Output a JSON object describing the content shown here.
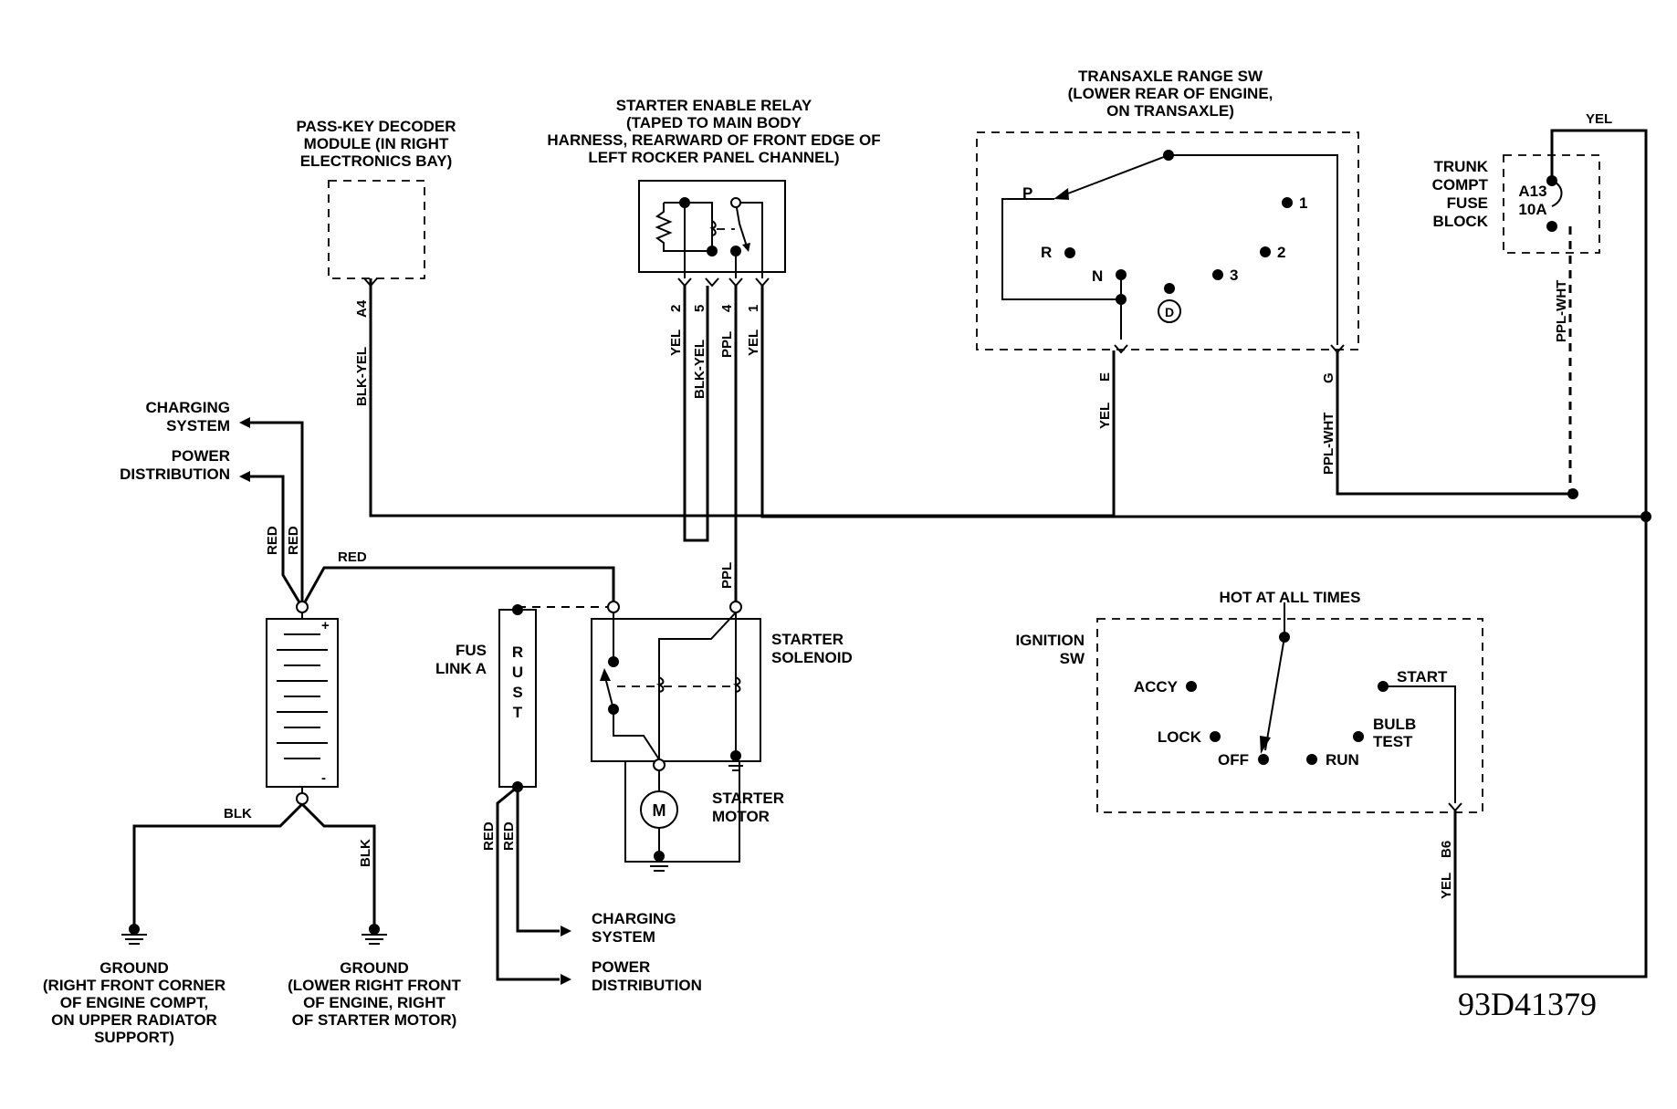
{
  "components": {
    "passkey": [
      "PASS-KEY DECODER",
      "MODULE (IN RIGHT",
      "ELECTRONICS BAY)"
    ],
    "relay": [
      "STARTER ENABLE RELAY",
      "(TAPED TO MAIN BODY",
      "HARNESS, REARWARD OF FRONT EDGE OF",
      "LEFT ROCKER PANEL CHANNEL)"
    ],
    "transaxle": [
      "TRANSAXLE RANGE SW",
      "(LOWER REAR OF ENGINE,",
      "ON TRANSAXLE)"
    ],
    "trunk_fuse": [
      "TRUNK",
      "COMPT",
      "FUSE",
      "BLOCK"
    ],
    "fuse_rating": [
      "A13",
      "10A"
    ],
    "charging_top": [
      "CHARGING",
      "SYSTEM"
    ],
    "power_top": [
      "POWER",
      "DISTRIBUTION"
    ],
    "fus_link": [
      "FUS",
      "LINK A"
    ],
    "rust": [
      "R",
      "U",
      "S",
      "T"
    ],
    "starter_solenoid": [
      "STARTER",
      "SOLENOID"
    ],
    "starter_motor": [
      "STARTER",
      "MOTOR"
    ],
    "motor_symbol": "M",
    "hot": "HOT AT ALL TIMES",
    "ignition_sw": [
      "IGNITION",
      "SW"
    ],
    "ground_left": [
      "GROUND",
      "(RIGHT FRONT CORNER",
      "OF ENGINE COMPT,",
      "ON UPPER RADIATOR",
      "SUPPORT)"
    ],
    "ground_right": [
      "GROUND",
      "(LOWER RIGHT FRONT",
      "OF ENGINE, RIGHT",
      "OF STARTER MOTOR)"
    ],
    "charging_bottom": [
      "CHARGING",
      "SYSTEM"
    ],
    "power_bottom": [
      "POWER",
      "DISTRIBUTION"
    ],
    "battery_plus": "+",
    "battery_minus": "-"
  },
  "gear_positions": {
    "p": "P",
    "r": "R",
    "n": "N",
    "d": "D",
    "g1": "1",
    "g2": "2",
    "g3": "3"
  },
  "ignition_positions": {
    "accy": "ACCY",
    "lock": "LOCK",
    "off": "OFF",
    "run": "RUN",
    "start": "START",
    "bulb": [
      "BULB",
      "TEST"
    ]
  },
  "wires": {
    "a4_color": "BLK-YEL",
    "a4_pin": "A4",
    "relay_2_color": "YEL",
    "relay_2_pin": "2",
    "relay_5_color": "BLK-YEL",
    "relay_5_pin": "5",
    "relay_4_color": "PPL",
    "relay_4_pin": "4",
    "relay_1_color": "YEL",
    "relay_1_pin": "1",
    "e_color": "YEL",
    "e_pin": "E",
    "g_color": "PPL-WHT",
    "g_pin": "G",
    "fuse_out_color": "PPL-WHT",
    "fuse_in_color": "YEL",
    "ppl": "PPL",
    "red_a": "RED",
    "red_b": "RED",
    "red_c": "RED",
    "red_d": "RED",
    "red_e": "RED",
    "blk_a": "BLK",
    "blk_b": "BLK",
    "b6_color": "YEL",
    "b6_pin": "B6"
  },
  "figure_code": "93D41379"
}
